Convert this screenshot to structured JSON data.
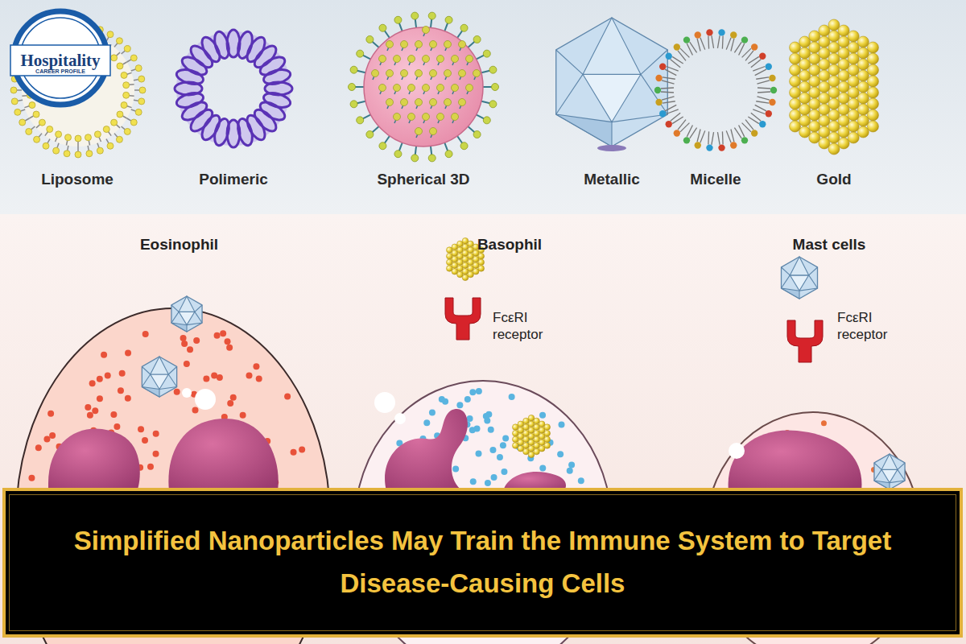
{
  "diagram": {
    "title": "Simplified Nanoparticles May Train the Immune System to Target Disease-Causing Cells",
    "nodes": [
      {
        "text": [
          "Eosinophil"
        ]
      },
      {
        "text": [
          "Basophil"
        ]
      },
      {
        "text": [
          "Mast cells"
        ]
      }
    ],
    "labels": [
      "Hospitality",
      "CAREER PROFILE",
      "Liposome",
      "Polimeric",
      "Spherical 3D",
      "Metallic",
      "Micelle",
      "Gold",
      "FcεRI receptor",
      "FcεRI receptor"
    ]
  }
}
